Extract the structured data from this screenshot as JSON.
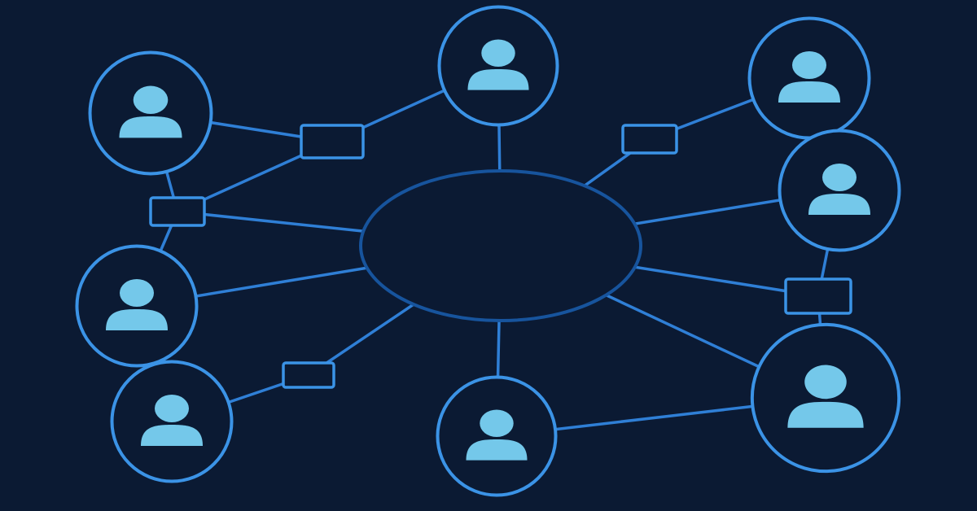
{
  "diagram": {
    "type": "network",
    "colors": {
      "background": "#0b1a33",
      "line": "#2f7fd6",
      "node_ring": "#3b93e6",
      "hub_ring": "#17549d",
      "connector_box": "#3b93e6",
      "person_fill": "#74c8ea"
    },
    "hub": {
      "id": "hub",
      "label": ""
    },
    "people": [
      {
        "id": "p-top-center",
        "label": "",
        "icon": "person-icon"
      },
      {
        "id": "p-top-left",
        "label": "",
        "icon": "person-icon"
      },
      {
        "id": "p-top-right",
        "label": "",
        "icon": "person-icon"
      },
      {
        "id": "p-right-mid",
        "label": "",
        "icon": "person-icon"
      },
      {
        "id": "p-left-mid",
        "label": "",
        "icon": "person-icon"
      },
      {
        "id": "p-bottom-left",
        "label": "",
        "icon": "person-icon"
      },
      {
        "id": "p-bottom-center",
        "label": "",
        "icon": "person-icon"
      },
      {
        "id": "p-bottom-right",
        "label": "",
        "icon": "person-icon"
      }
    ],
    "connectors": [
      {
        "id": "c-top-left",
        "label": ""
      },
      {
        "id": "c-left",
        "label": ""
      },
      {
        "id": "c-top-right",
        "label": ""
      },
      {
        "id": "c-right",
        "label": ""
      },
      {
        "id": "c-bottom-left",
        "label": ""
      }
    ],
    "edges": [
      [
        "p-top-center",
        "hub"
      ],
      [
        "p-bottom-center",
        "hub"
      ],
      [
        "p-top-left",
        "c-top-left"
      ],
      [
        "c-top-left",
        "p-top-center"
      ],
      [
        "p-top-left",
        "c-left"
      ],
      [
        "c-left",
        "c-top-left"
      ],
      [
        "c-left",
        "hub"
      ],
      [
        "c-left",
        "p-left-mid"
      ],
      [
        "p-left-mid",
        "hub"
      ],
      [
        "p-left-mid",
        "p-bottom-left"
      ],
      [
        "p-bottom-left",
        "c-bottom-left"
      ],
      [
        "c-bottom-left",
        "hub"
      ],
      [
        "hub",
        "c-top-right"
      ],
      [
        "c-top-right",
        "p-top-right"
      ],
      [
        "p-top-right",
        "p-right-mid"
      ],
      [
        "p-right-mid",
        "hub"
      ],
      [
        "p-right-mid",
        "c-right"
      ],
      [
        "hub",
        "c-right"
      ],
      [
        "c-right",
        "p-bottom-right"
      ],
      [
        "hub",
        "p-bottom-right"
      ],
      [
        "p-bottom-center",
        "p-bottom-right"
      ]
    ]
  }
}
